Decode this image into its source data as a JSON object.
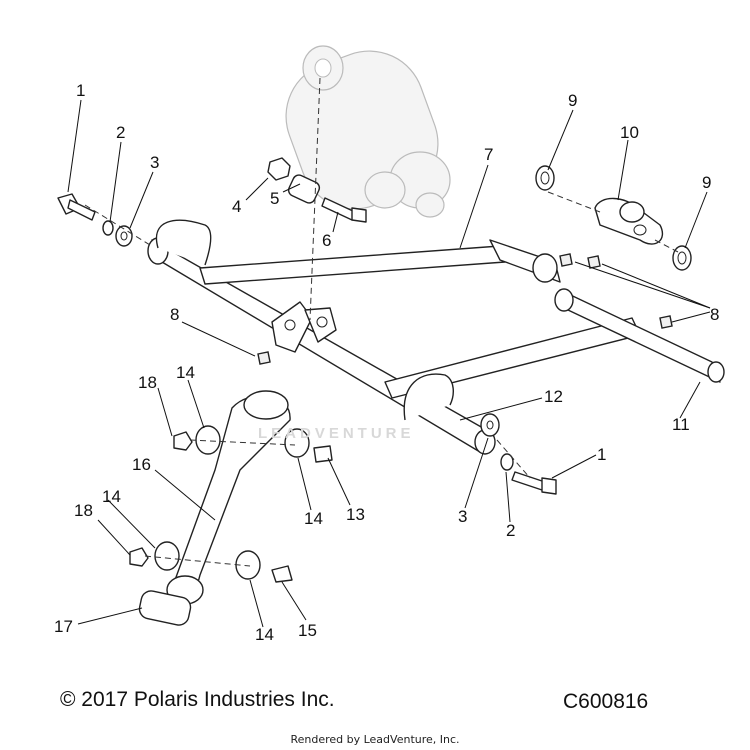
{
  "diagram": {
    "callouts": [
      "1",
      "2",
      "3",
      "4",
      "5",
      "6",
      "7",
      "8",
      "9",
      "10",
      "11",
      "12",
      "13",
      "14",
      "15",
      "16",
      "17",
      "18"
    ],
    "callouts_repeat": {
      "c1b": "1",
      "c2b": "2",
      "c3b": "3",
      "c8b": "8",
      "c9b": "9",
      "c14b": "14",
      "c14c": "14",
      "c14d": "14",
      "c18b": "18"
    }
  },
  "footer": {
    "copyright": "© 2017 Polaris Industries Inc.",
    "diagram_code": "C600816",
    "rendered_by": "Rendered by LeadVenture, Inc."
  },
  "watermark": {
    "text": "LEADVENTURE"
  }
}
